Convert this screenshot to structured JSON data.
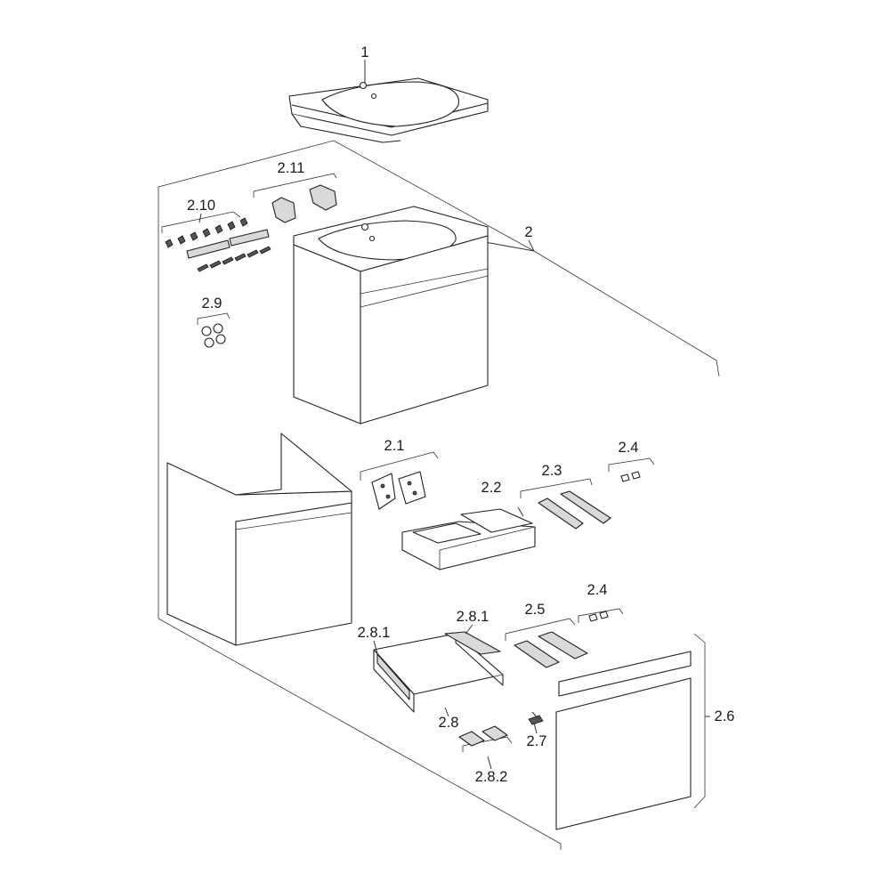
{
  "labels": {
    "p1": "1",
    "p2": "2",
    "p2_1": "2.1",
    "p2_2": "2.2",
    "p2_3": "2.3",
    "p2_4a": "2.4",
    "p2_4b": "2.4",
    "p2_5": "2.5",
    "p2_6": "2.6",
    "p2_7": "2.7",
    "p2_8": "2.8",
    "p2_8_1a": "2.8.1",
    "p2_8_1b": "2.8.1",
    "p2_8_2": "2.8.2",
    "p2_9": "2.9",
    "p2_10": "2.10",
    "p2_11": "2.11"
  }
}
